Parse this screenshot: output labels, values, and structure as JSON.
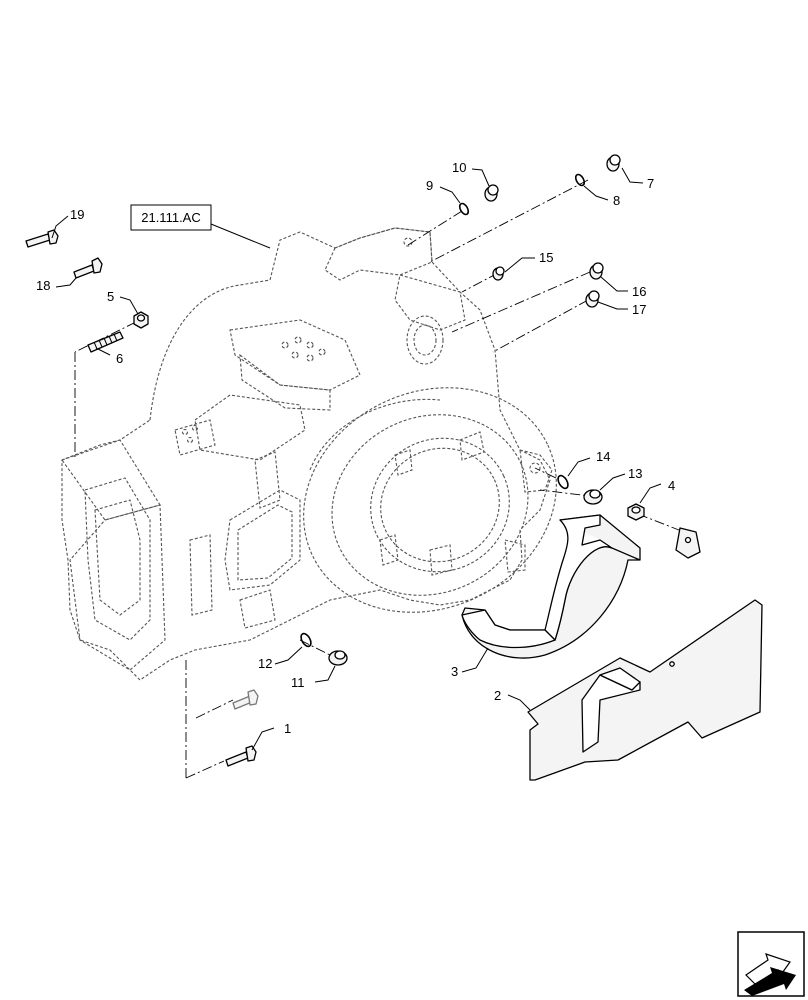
{
  "reference_label": "21.111.AC",
  "callouts": [
    {
      "id": "1",
      "text": "1"
    },
    {
      "id": "2",
      "text": "2"
    },
    {
      "id": "3",
      "text": "3"
    },
    {
      "id": "4",
      "text": "4"
    },
    {
      "id": "5",
      "text": "5"
    },
    {
      "id": "6",
      "text": "6"
    },
    {
      "id": "7",
      "text": "7"
    },
    {
      "id": "8",
      "text": "8"
    },
    {
      "id": "9",
      "text": "9"
    },
    {
      "id": "10",
      "text": "10"
    },
    {
      "id": "11",
      "text": "11"
    },
    {
      "id": "12",
      "text": "12"
    },
    {
      "id": "13",
      "text": "13"
    },
    {
      "id": "14",
      "text": "14"
    },
    {
      "id": "15",
      "text": "15"
    },
    {
      "id": "16",
      "text": "16"
    },
    {
      "id": "17",
      "text": "17"
    },
    {
      "id": "18",
      "text": "18"
    },
    {
      "id": "19",
      "text": "19"
    }
  ],
  "nav_icon": "next-page-arrow-icon"
}
